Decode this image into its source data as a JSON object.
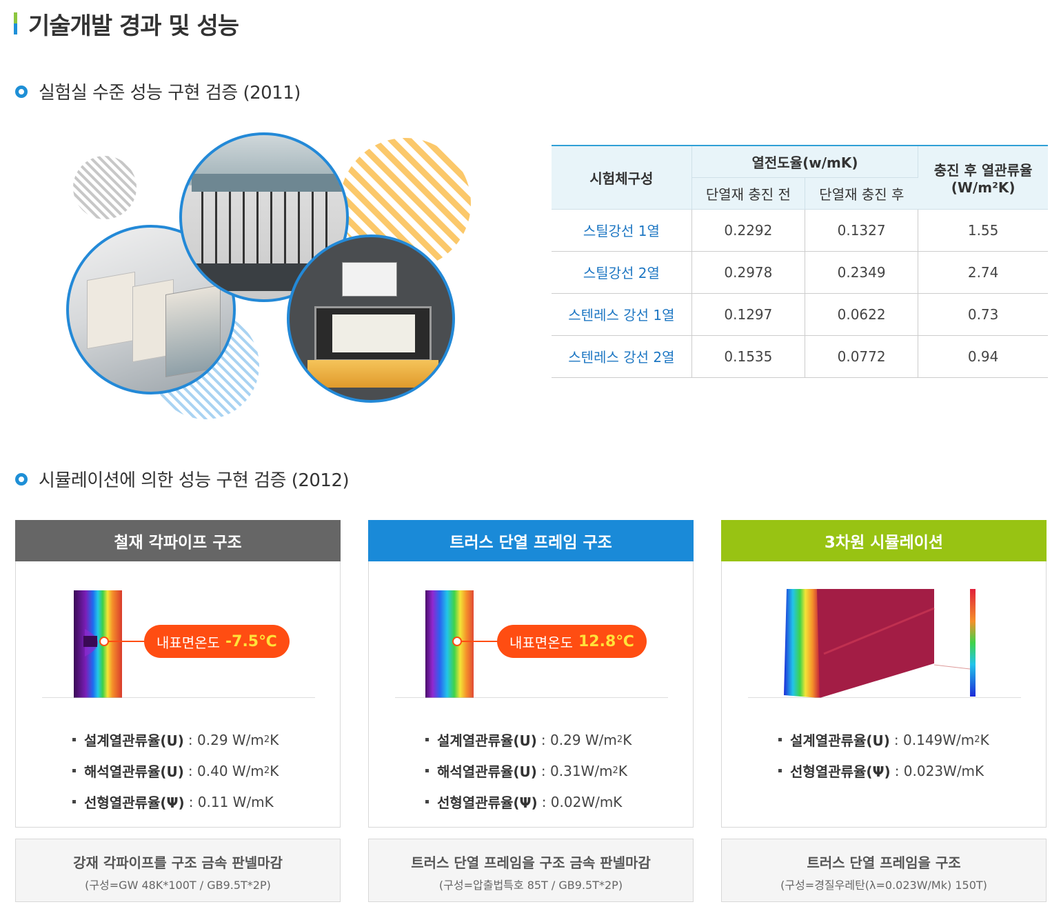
{
  "page_title": "기술개발 경과 및 성능",
  "section1": {
    "title": "실험실 수준 성능 구현 검증 (2011)"
  },
  "table": {
    "head_composition": "시험체구성",
    "head_conductivity": "열전도율(w/mK)",
    "head_before": "단열재 충진 전",
    "head_after": "단열재 충진 후",
    "head_transmittance": "충진 후 열관류율",
    "head_transmittance_unit": "(W/m²K)",
    "rows": [
      {
        "name": "스틸강선 1열",
        "before": "0.2292",
        "after": "0.1327",
        "u": "1.55"
      },
      {
        "name": "스틸강선 2열",
        "before": "0.2978",
        "after": "0.2349",
        "u": "2.74"
      },
      {
        "name": "스텐레스 강선 1열",
        "before": "0.1297",
        "after": "0.0622",
        "u": "0.73"
      },
      {
        "name": "스텐레스 강선 2열",
        "before": "0.1535",
        "after": "0.0772",
        "u": "0.94"
      }
    ]
  },
  "section2": {
    "title": "시뮬레이션에 의한 성능 구현 검증 (2012)"
  },
  "cards": [
    {
      "title": "철재 각파이프 구조",
      "color": "#666666",
      "temp_label": "내표면온도",
      "temp_value": "-7.5℃",
      "specs": [
        {
          "label": "설계열관류율(U)",
          "value": ": 0.29 W/m",
          "sup": "2",
          "unit": "K"
        },
        {
          "label": "해석열관류율(U)",
          "value": ": 0.40 W/m",
          "sup": "2",
          "unit": "K"
        },
        {
          "label": "선형열관류율(Ψ)",
          "value": ": 0.11 W/mK",
          "sup": "",
          "unit": ""
        }
      ],
      "foot_main": "강재 각파이프를 구조 금속 판넬마감",
      "foot_sub": "(구성=GW 48K*100T / GB9.5T*2P)"
    },
    {
      "title": "트러스 단열 프레임 구조",
      "color": "#1a8ad8",
      "temp_label": "내표면온도",
      "temp_value": "12.8℃",
      "specs": [
        {
          "label": "설계열관류율(U)",
          "value": ": 0.29 W/m",
          "sup": "2",
          "unit": "K"
        },
        {
          "label": "해석열관류율(U)",
          "value": ": 0.31W/m",
          "sup": "2",
          "unit": "K"
        },
        {
          "label": "선형열관류율(Ψ)",
          "value": ": 0.02W/mK",
          "sup": "",
          "unit": ""
        }
      ],
      "foot_main": "트러스 단열 프레임을 구조 금속 판넬마감",
      "foot_sub": "(구성=압출법특호 85T / GB9.5T*2P)"
    },
    {
      "title": "3차원 시뮬레이션",
      "color": "#98c313",
      "specs": [
        {
          "label": "설계열관류율(U)",
          "value": ": 0.149W/m",
          "sup": "2",
          "unit": "K"
        },
        {
          "label": "선형열관류율(Ψ)",
          "value": ": 0.023W/mK",
          "sup": "",
          "unit": ""
        }
      ],
      "foot_main": "트러스 단열 프레임을 구조",
      "foot_sub": "(구성=경질우레탄(λ=0.023W/Mk) 150T)"
    }
  ]
}
